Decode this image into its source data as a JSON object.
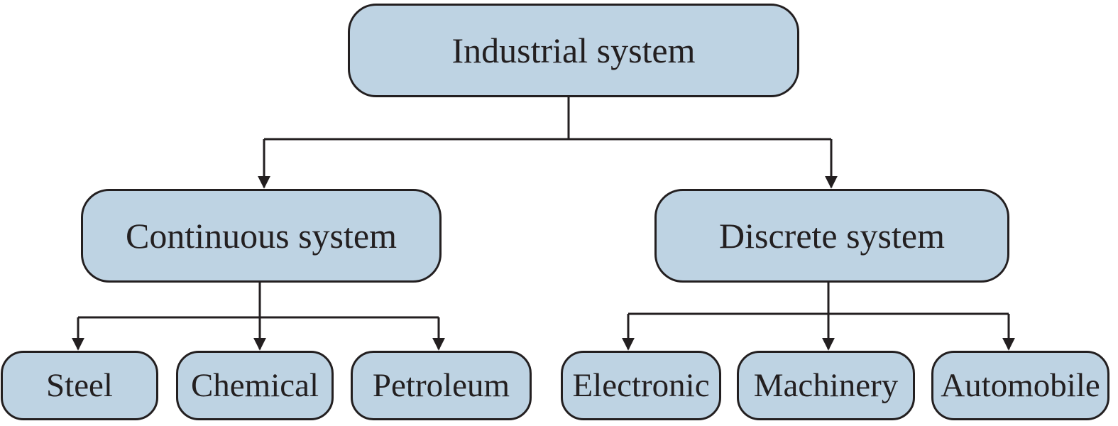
{
  "root": {
    "label": "Industrial system"
  },
  "branches": [
    {
      "label": "Continuous system",
      "children": [
        "Steel",
        "Chemical",
        "Petroleum"
      ]
    },
    {
      "label": "Discrete system",
      "children": [
        "Electronic",
        "Machinery",
        "Automobile"
      ]
    }
  ],
  "colors": {
    "box_fill": "#bed3e3",
    "stroke": "#231f20",
    "text": "#231f20"
  }
}
